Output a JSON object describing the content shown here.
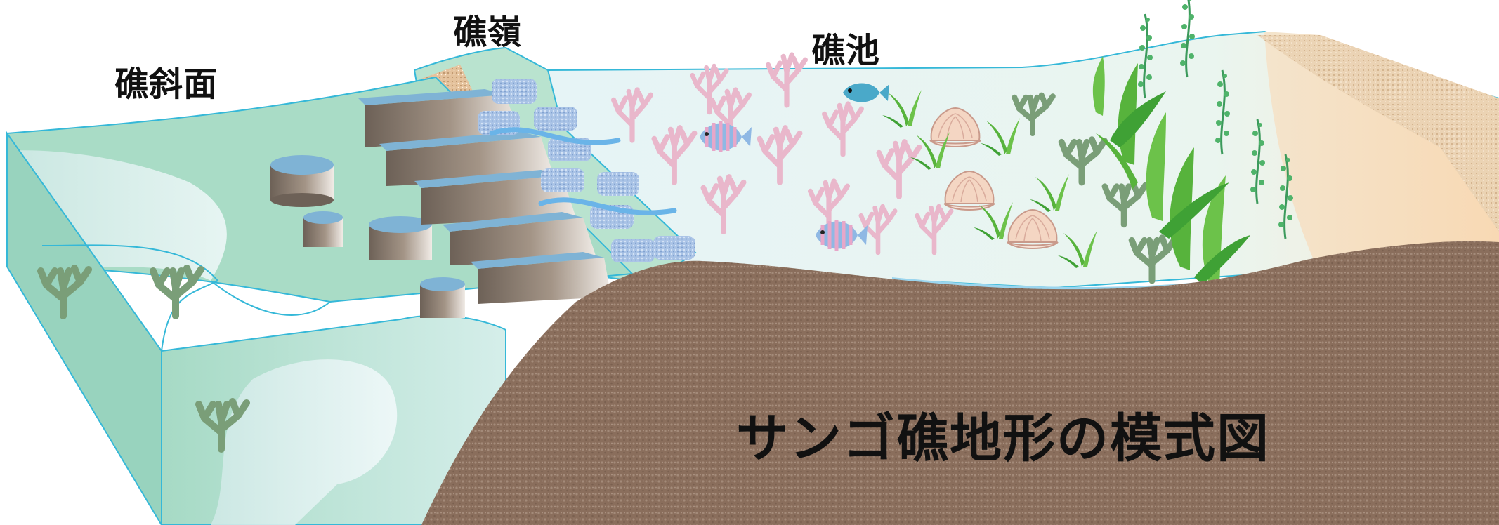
{
  "labels": {
    "reef_slope": "礁斜面",
    "reef_crest": "礁嶺",
    "lagoon": "礁池"
  },
  "title": "サンゴ礁地形の模式図",
  "colors": {
    "water_face": "#a9dcc6",
    "water_light": "#e8f6f8",
    "lagoon_water": "#dff1f4",
    "outline": "#35b8d8",
    "rock_top": "#7fb3d5",
    "rock_side": "#8d7f73",
    "crest_sand": "#e6caa8",
    "beach_sand": "#f1e1c9",
    "sediment": "#8a6e5c",
    "wave": "#6ab4e8",
    "branch_coral": "#e9b7cb",
    "seagrass": "#6cc24a",
    "shell": "#f4d6c3",
    "small_coral": "#7a9e78",
    "fish_stripe_a": "#e7a7c9",
    "fish_stripe_b": "#8fb8e4"
  },
  "icons": [
    "branch-coral-icon",
    "tropical-fish-icon",
    "blue-fish-icon",
    "clam-shell-icon",
    "seagrass-icon",
    "small-coral-icon",
    "algae-icon"
  ]
}
